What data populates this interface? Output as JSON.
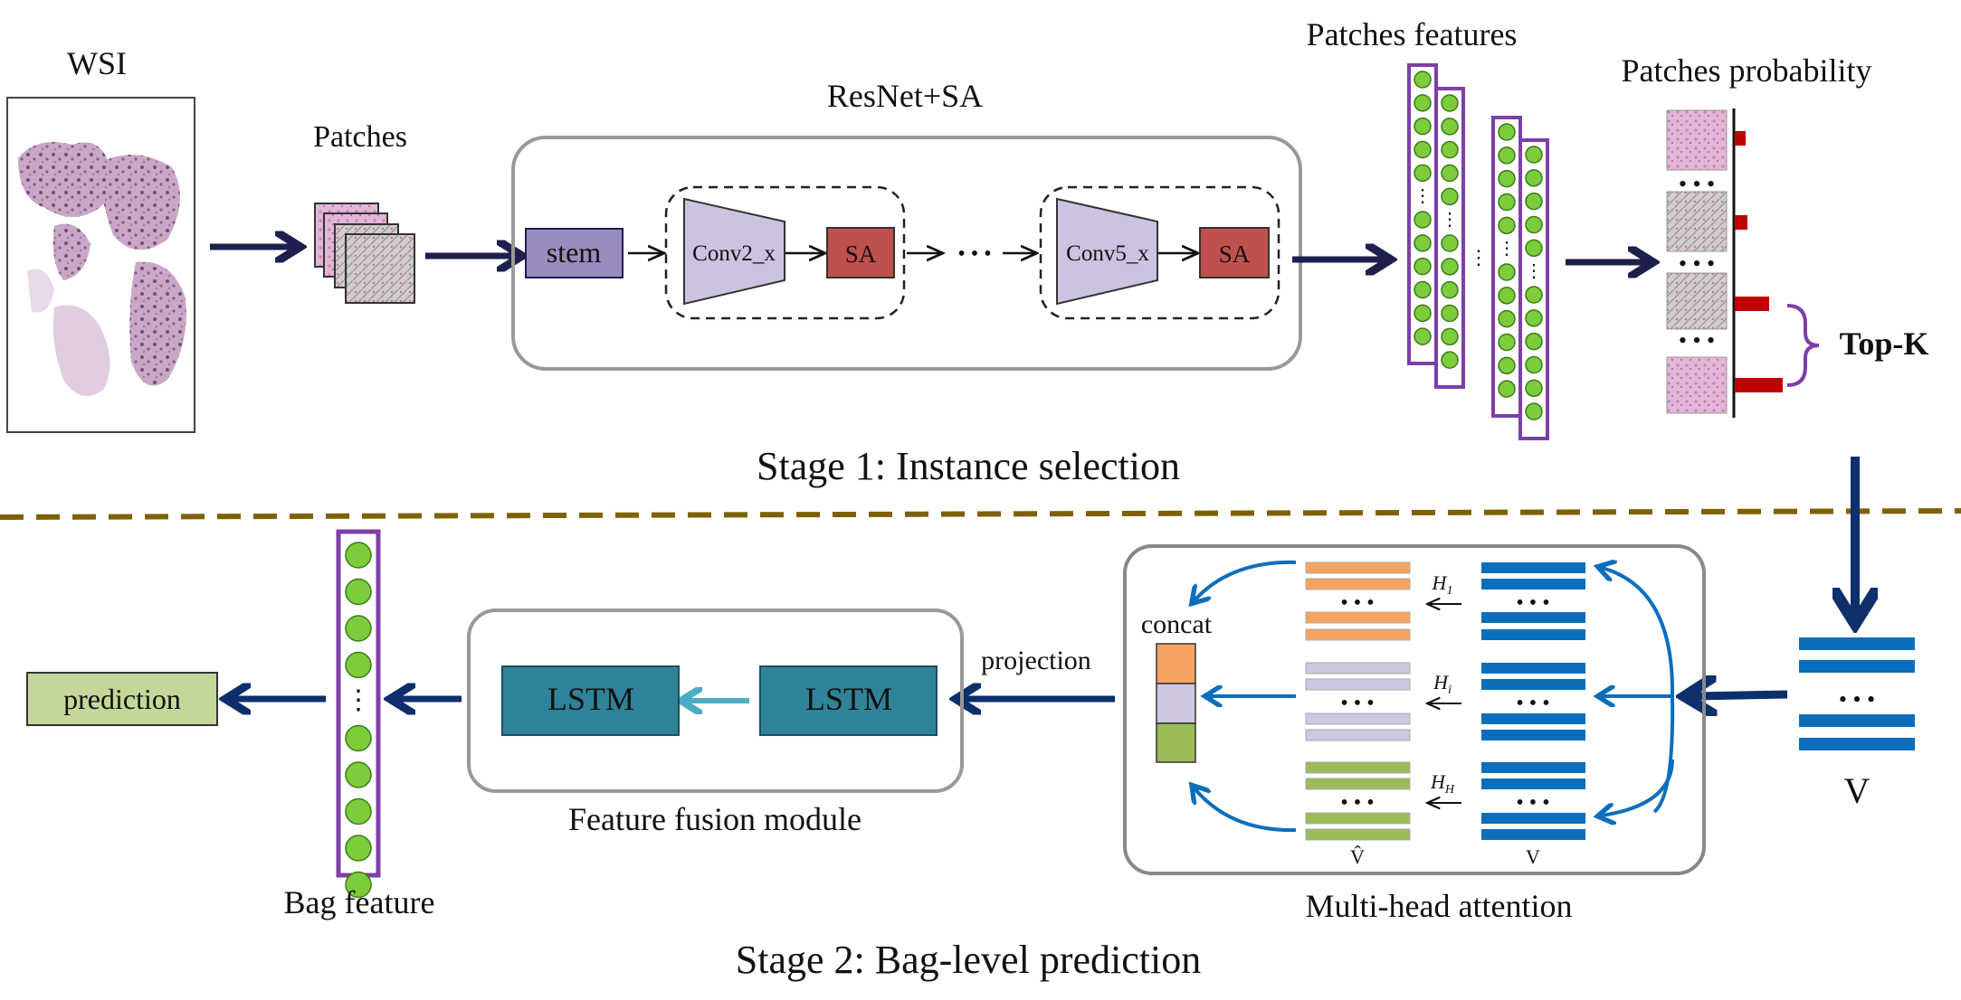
{
  "colors": {
    "arrow_navy": "#1d1f4d",
    "arrow_blue": "#0d2f6b",
    "purple_border": "#7d3fa8",
    "green_node": "#7ccc3c",
    "stem_fill": "#9a8cbf",
    "conv_fill": "#cbc3df",
    "sa_fill": "#c0504d",
    "lstm_fill": "#2f8399",
    "lstm_arrow": "#4bacc6",
    "prediction_fill": "#c4d79b",
    "bar_red": "#c00000",
    "head_orange": "#f4a460",
    "head_lavender": "#cfc6e0",
    "head_green": "#9bbb59",
    "head_blue": "#0a6ebd",
    "divider": "#7f6000"
  },
  "stage1": {
    "wsi_label": "WSI",
    "patches_label": "Patches",
    "resnet_label": "ResNet+SA",
    "stem_label": "stem",
    "conv2_label": "Conv2_x",
    "conv5_label": "Conv5_x",
    "sa_label": "SA",
    "ellipsis": "• • •",
    "patches_features_label": "Patches features",
    "patches_probability_label": "Patches probability",
    "topk_label": "Top-K",
    "probabilities": [
      0.2,
      0.22,
      0.62,
      0.85
    ],
    "title": "Stage 1: Instance selection"
  },
  "stage2": {
    "v_label": "V",
    "mha_label": "Multi-head attention",
    "concat_label": "concat",
    "h1_label": "H",
    "h1_sub": "1",
    "hi_label": "H",
    "hi_sub": "i",
    "hh_label": "H",
    "hh_sub": "H",
    "vhat_label": "V̂",
    "v_small_label": "V",
    "projection_label": "projection",
    "lstm_label": "LSTM",
    "fusion_label": "Feature fusion module",
    "bag_feature_label": "Bag feature",
    "prediction_label": "prediction",
    "title": "Stage 2: Bag-level prediction"
  }
}
